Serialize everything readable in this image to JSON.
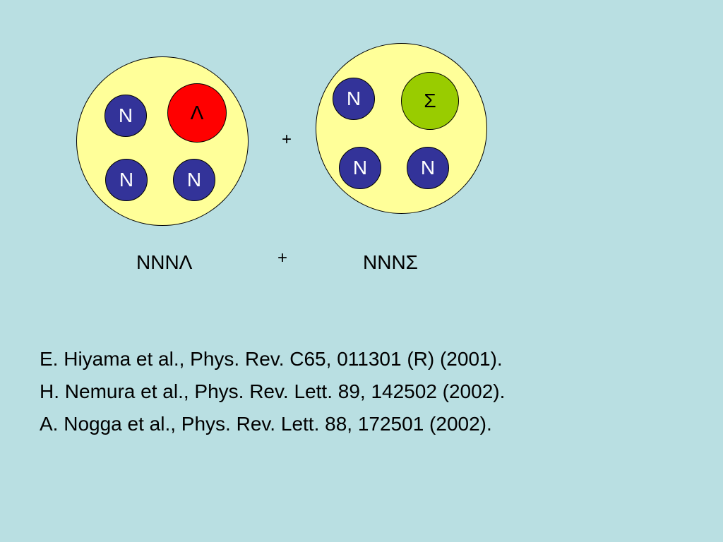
{
  "colors": {
    "background": "#b9dfe2",
    "nucleus_fill": "#ffff99",
    "nucleon_fill": "#333399",
    "lambda_fill": "#ff0000",
    "sigma_fill": "#99cc00"
  },
  "left_nucleus": {
    "particles": {
      "top_left": "N",
      "top_right": "Λ",
      "bottom_left": "N",
      "bottom_right": "N"
    }
  },
  "right_nucleus": {
    "particles": {
      "top_left": "N",
      "top_right": "Σ",
      "bottom_left": "N",
      "bottom_right": "N"
    }
  },
  "plus_upper": "+",
  "plus_lower": "+",
  "label_left": "NNNΛ",
  "label_right": "NNNΣ",
  "references": [
    "E. Hiyama et al., Phys. Rev. C65, 011301 (R) (2001).",
    "H. Nemura et al., Phys. Rev. Lett. 89, 142502 (2002).",
    "A. Nogga et al., Phys. Rev. Lett. 88, 172501 (2002)."
  ]
}
